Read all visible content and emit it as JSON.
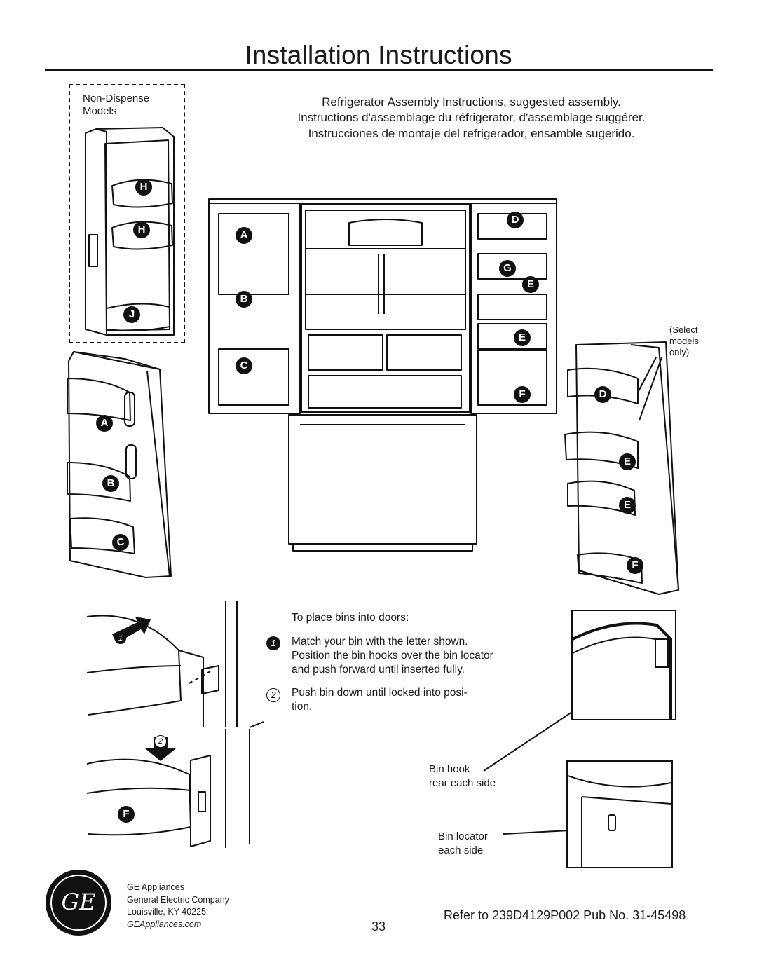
{
  "page": {
    "title": "Installation Instructions",
    "page_number": "33",
    "reference": "Refer to 239D4129P002 Pub No. 31-45498"
  },
  "header": {
    "english": "Refrigerator Assembly Instructions, suggested assembly.",
    "french": "Instructions d'assemblage du réfrigerator, d'assemblage suggérer.",
    "spanish": "Instrucciones de montaje del refrigerador, ensamble sugerido."
  },
  "non_dispense": {
    "label_line1": "Non-Dispense",
    "label_line2": "Models",
    "bins": [
      "H",
      "H",
      "J"
    ]
  },
  "left_door_bins": [
    "A",
    "B",
    "C"
  ],
  "fridge_left_bins": [
    "A",
    "B",
    "C"
  ],
  "fridge_right_bins": [
    "D",
    "G",
    "E",
    "E",
    "F"
  ],
  "right_door_bins": [
    "D",
    "E",
    "E",
    "F"
  ],
  "select_note": {
    "line1": "(Select",
    "line2": "models",
    "line3": "only)"
  },
  "instructions": {
    "heading": "To place bins into doors:",
    "step1_number": "1",
    "step1_lines": [
      "Match your bin with the letter shown.",
      "Position the bin hooks over the bin locator",
      "and push forward until inserted fully."
    ],
    "step2_number": "2",
    "step2_lines": [
      "Push bin down until locked into posi-",
      "tion."
    ]
  },
  "detail_steps": {
    "step1": "1",
    "step2": "2",
    "bin_letter": "F"
  },
  "callouts": {
    "bin_hook_line1": "Bin hook",
    "bin_hook_line2": "rear each side",
    "bin_locator_line1": "Bin locator",
    "bin_locator_line2": "each side"
  },
  "footer": {
    "logo_text": "GE",
    "company_line1": "GE Appliances",
    "company_line2": "General Electric Company",
    "company_line3": "Louisville, KY 40225",
    "website": "GEAppliances.com"
  }
}
